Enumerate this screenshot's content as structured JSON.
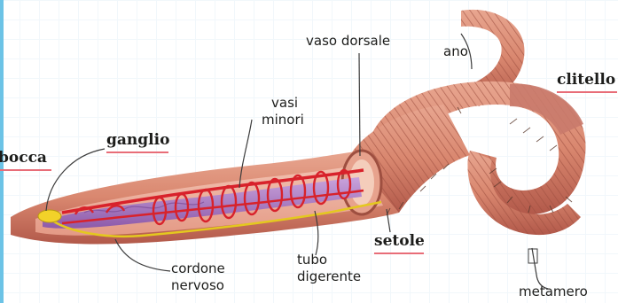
{
  "labels": {
    "bocca": "bocca",
    "ganglio": "ganglio",
    "vasi_minori_1": "vasi",
    "vasi_minori_2": "minori",
    "vaso_dorsale": "vaso dorsale",
    "ano": "ano",
    "clitello": "clitello",
    "setole": "setole",
    "cordone_1": "cordone",
    "cordone_2": "nervoso",
    "tubo_1": "tubo",
    "tubo_2": "digerente",
    "metamero": "metamero"
  },
  "colors": {
    "body_skin": "#d9876f",
    "body_skin_dark": "#b2594a",
    "gut": "#a477c0",
    "vessel": "#d8222b",
    "nerve": "#e4c81f",
    "label_underline": "#e86d78"
  }
}
